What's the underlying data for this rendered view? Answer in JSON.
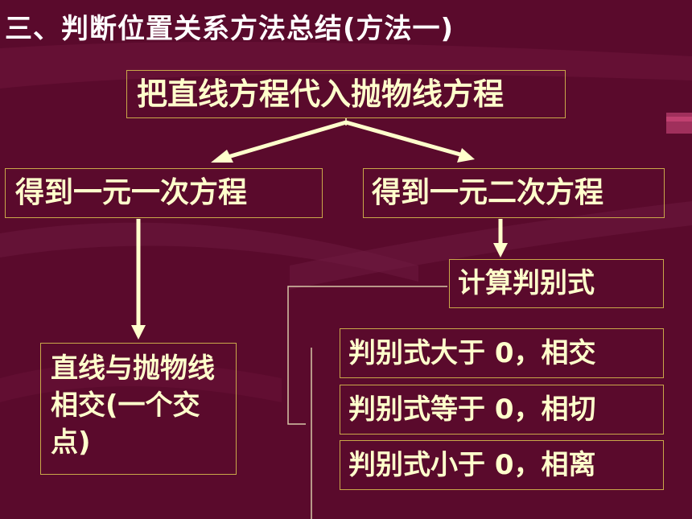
{
  "heading": "三、判断位置关系方法总结(方法一)",
  "boxes": {
    "substitute": "把直线方程代入抛物线方程",
    "linear": "得到一元一次方程",
    "quadratic": "得到一元二次方程",
    "discriminant": "计算判别式",
    "intersect_one": "直线与抛物线相交(一个交点)",
    "greater": "判别式大于 0，相交",
    "equal": "判别式等于 0，相切",
    "less": "判别式小于 0，相离"
  },
  "colors": {
    "background": "#5a0a2c",
    "box_text": "#ffffcc",
    "heading_text": "#ffffff",
    "box_border": "#c9a84a",
    "arrow": "#ffffcc"
  }
}
